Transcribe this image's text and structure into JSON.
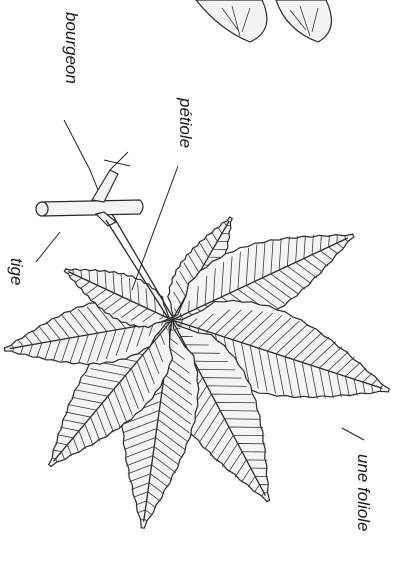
{
  "labels": {
    "bourgeon": "bourgeon",
    "petiole": "pétiole",
    "tige": "tige",
    "foliole": "une foliole"
  },
  "colors": {
    "ink": "#2a2a2a",
    "leaf_fill": "#f4f4f4",
    "background": "#ffffff"
  }
}
